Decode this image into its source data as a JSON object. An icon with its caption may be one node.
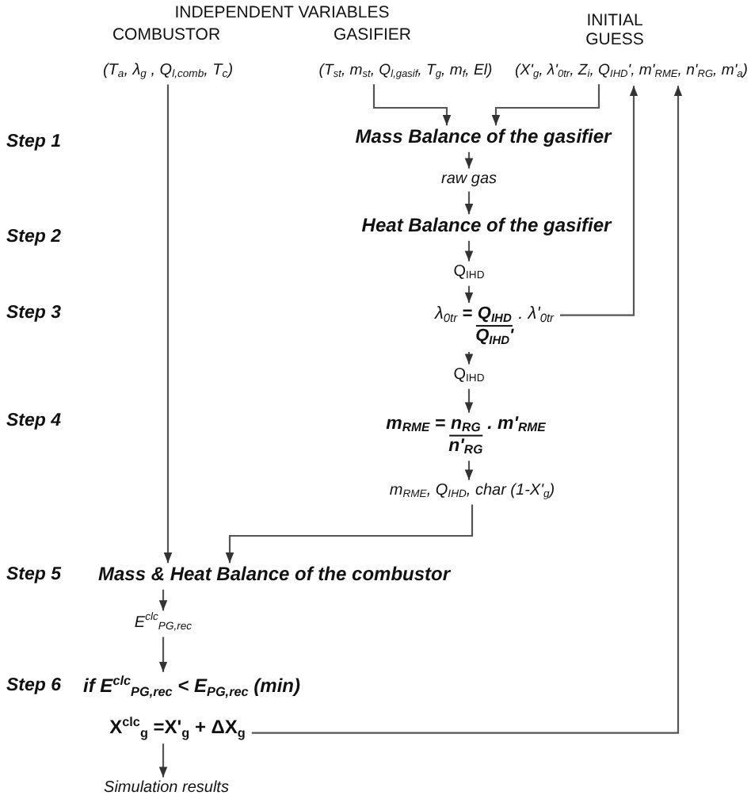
{
  "diagram": {
    "nodes": [
      {
        "text": [
          "(T$_{a}$, λ$_{g}$ , Q$_{l,comb}$, T$_{c}$)"
        ]
      },
      {
        "text": [
          "(T$_{st}$, m$_{st}$, Q$_{l,gasif}$, T$_{g}$, m$_{f}$, El)"
        ]
      },
      {
        "text": [
          "(X'$_{g}$, λ'$_{0tr}$, Z$_{i}$, Q$_{IHD}$', m'$_{RME}$, n'$_{RG}$, m'$_{a}$)"
        ]
      },
      {
        "text": [
          "Mass Balance of the gasifier"
        ]
      },
      {
        "text": [
          "raw gas"
        ]
      },
      {
        "text": [
          "Heat Balance of the gasifier"
        ]
      },
      {
        "text": [
          "Q$_{IHD}$"
        ]
      },
      {
        "text": [
          "λ$_{0tr}$ **=**",
          "Q$_{IHD}$",
          "Q$_{IHD}$'",
          ". λ'$_{0tr}$"
        ]
      },
      {
        "text": [
          "Q$_{IHD}$"
        ]
      },
      {
        "text": [
          "m$_{RME}$ =",
          "n$_{RG}$",
          "n'$_{RG}$",
          ". m'$_{RME}$"
        ]
      },
      {
        "text": [
          "m$_{RME}$, Q$_{IHD}$, char (1-X'$_{g}$)"
        ]
      },
      {
        "text": [
          "Mass & Heat Balance of the combustor"
        ]
      },
      {
        "text": [
          "E$^{clc}$$_{PG,rec}$"
        ]
      },
      {
        "text": [
          "if  E$^{clc}$$_{PG,rec}$ < E$_{PG,rec}$ (min)"
        ]
      },
      {
        "text": [
          "X$^{clc}$$_{g}$ =X'$_{g}$ + ΔX$_{g}$"
        ]
      },
      {
        "text": [
          "Simulation results"
        ]
      }
    ],
    "edges": [
      {
        "from": 0,
        "to": 11,
        "arrow": "to"
      },
      {
        "from": 1,
        "to": 3,
        "arrow": "to"
      },
      {
        "from": 2,
        "to": 3,
        "arrow": "to"
      },
      {
        "from": 3,
        "to": 4,
        "arrow": "to"
      },
      {
        "from": 4,
        "to": 5,
        "arrow": "to"
      },
      {
        "from": 5,
        "to": 6,
        "arrow": "to"
      },
      {
        "from": 6,
        "to": 7,
        "arrow": "to"
      },
      {
        "from": 7,
        "to": 2,
        "arrow": "to"
      },
      {
        "from": 7,
        "to": 8,
        "arrow": "to"
      },
      {
        "from": 8,
        "to": 9,
        "arrow": "to"
      },
      {
        "from": 9,
        "to": 10,
        "arrow": "to"
      },
      {
        "from": 10,
        "to": 11,
        "arrow": "to"
      },
      {
        "from": 11,
        "to": 12,
        "arrow": "to"
      },
      {
        "from": 12,
        "to": 13,
        "arrow": "to"
      },
      {
        "from": 14,
        "to": 15,
        "arrow": "to"
      },
      {
        "from": 14,
        "to": 2,
        "arrow": "to"
      }
    ],
    "labels": [
      "INDEPENDENT VARIABLES",
      "COMBUSTOR",
      "GASIFIER",
      "INITIAL GUESS",
      "Step 1",
      "Step 2",
      "Step 3",
      "Step 4",
      "Step 5",
      "Step 6"
    ]
  }
}
